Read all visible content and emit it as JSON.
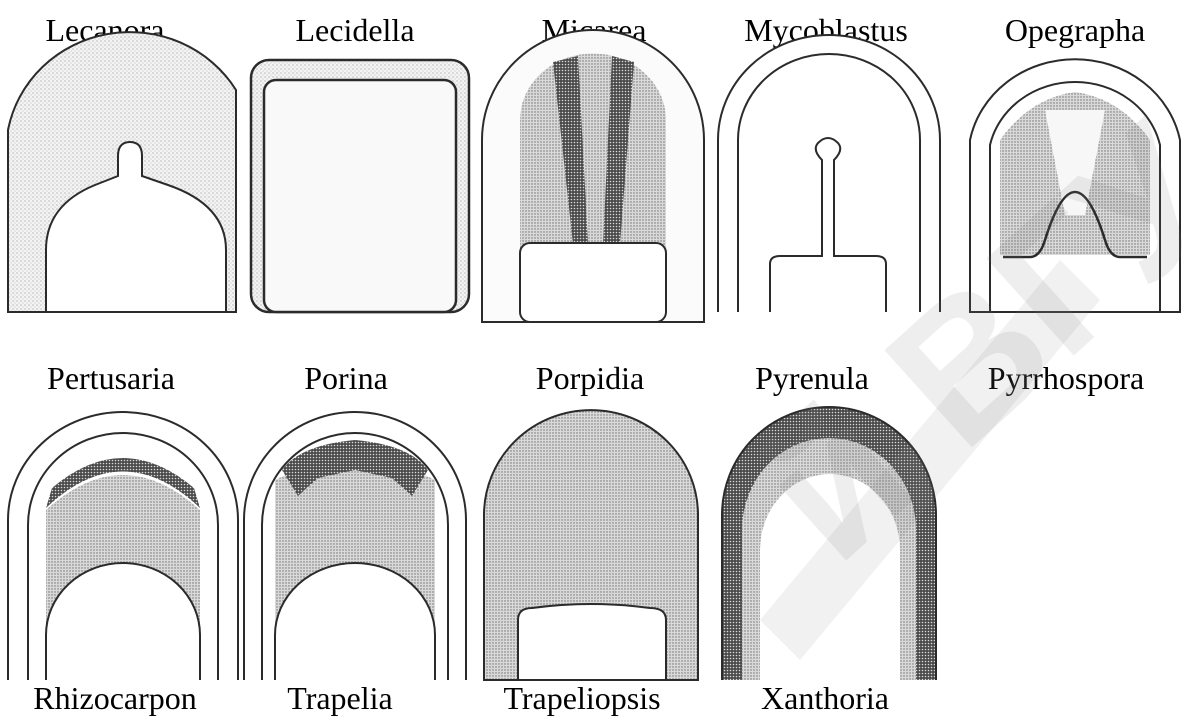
{
  "colors": {
    "outline": "#2b2b2b",
    "stipple_light": "#cfcfcf",
    "stipple_dark": "#3a3a3a",
    "watermark": "#8c8c8c"
  },
  "row1_labels": [
    "Lecanora",
    "Lecidella",
    "Micarea",
    "Mycoblastus",
    "Opegrapha"
  ],
  "row2_labels": [
    "Pertusaria",
    "Porina",
    "Porpidia",
    "Pyrenula",
    "Pyrrhospora"
  ],
  "row3_labels": [
    "Rhizocarpon",
    "Trapelia",
    "Trapeliopsis",
    "Xanthoria"
  ],
  "watermark": "й ВГУ"
}
